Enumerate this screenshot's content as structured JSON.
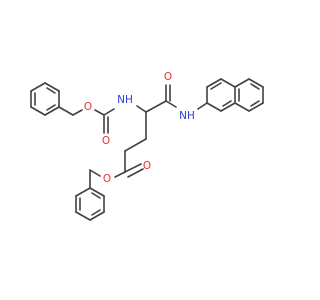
{
  "structure": {
    "colors": {
      "bond": "#404040",
      "oxygen": "#e8322d",
      "nitrogen": "#2a3fd6",
      "background": "#ffffff"
    },
    "atom_labels": {
      "o_carbamate_ether": "O",
      "o_carbamate_carbonyl": "O",
      "n_carbamate": "NH",
      "o_amide": "O",
      "n_amide": "NH",
      "o_ester_carbonyl": "O",
      "o_ester_ether": "O"
    }
  }
}
